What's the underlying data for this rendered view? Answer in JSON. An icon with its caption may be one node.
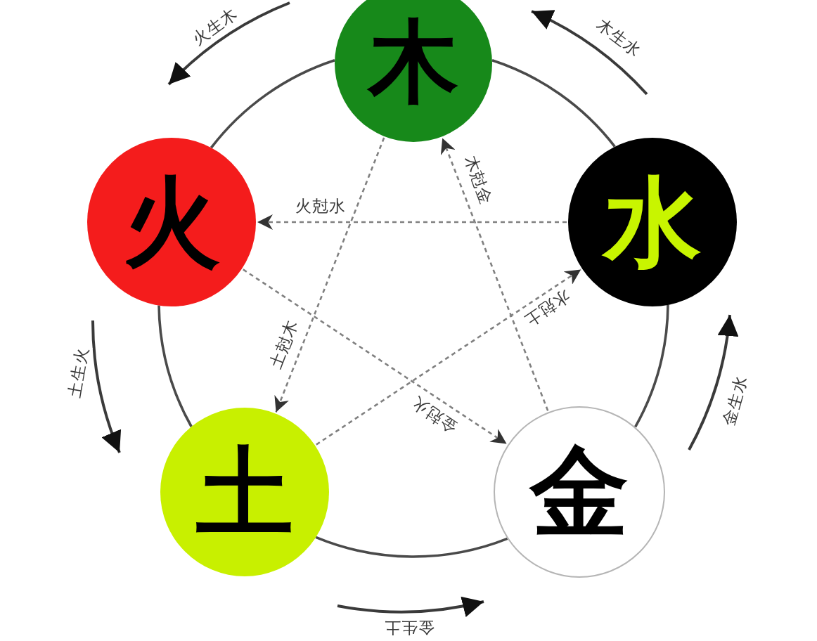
{
  "diagram": {
    "nodes": [
      {
        "text": [
          "木"
        ]
      },
      {
        "text": [
          "火"
        ]
      },
      {
        "text": [
          "水"
        ]
      },
      {
        "text": [
          "土"
        ]
      },
      {
        "text": [
          "金"
        ]
      }
    ],
    "edges": [
      {
        "from": 0,
        "to": 2,
        "arrow": "none"
      },
      {
        "from": 2,
        "to": 4,
        "arrow": "none"
      },
      {
        "from": 4,
        "to": 3,
        "arrow": "none"
      },
      {
        "from": 3,
        "to": 1,
        "arrow": "none"
      },
      {
        "from": 1,
        "to": 0,
        "arrow": "none"
      },
      {
        "from": 2,
        "to": 1,
        "arrow": "to",
        "label": "火尅水",
        "style": "dashed",
        "color": "#808080"
      },
      {
        "from": 4,
        "to": 0,
        "arrow": "to",
        "label": "木尅金",
        "style": "dashed",
        "color": "#808080"
      },
      {
        "from": 3,
        "to": 2,
        "arrow": "to",
        "label": "水尅土",
        "style": "dashed",
        "color": "#808080"
      },
      {
        "from": 0,
        "to": 3,
        "arrow": "to",
        "label": "土尅木",
        "style": "dashed",
        "color": "#808080"
      },
      {
        "from": 1,
        "to": 4,
        "arrow": "to",
        "label": "金尅火",
        "style": "dashed",
        "color": "#808080"
      }
    ],
    "labels": [
      "火生木",
      "木生水",
      "土生火",
      "金生水",
      "金生土"
    ]
  }
}
